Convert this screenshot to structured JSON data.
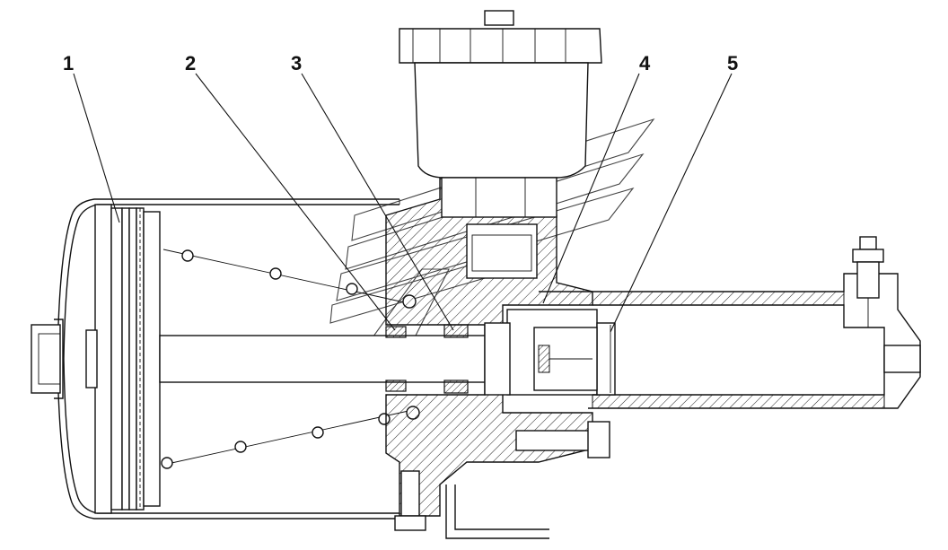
{
  "diagram": {
    "callouts": [
      {
        "id": "1",
        "label": "1"
      },
      {
        "id": "2",
        "label": "2"
      },
      {
        "id": "3",
        "label": "3"
      },
      {
        "id": "4",
        "label": "4"
      },
      {
        "id": "5",
        "label": "5"
      }
    ],
    "colors": {
      "line": "#111111",
      "background": "#ffffff",
      "hatch": "#222222"
    },
    "style": "sectional technical drawing (clutch booster assembly)"
  }
}
